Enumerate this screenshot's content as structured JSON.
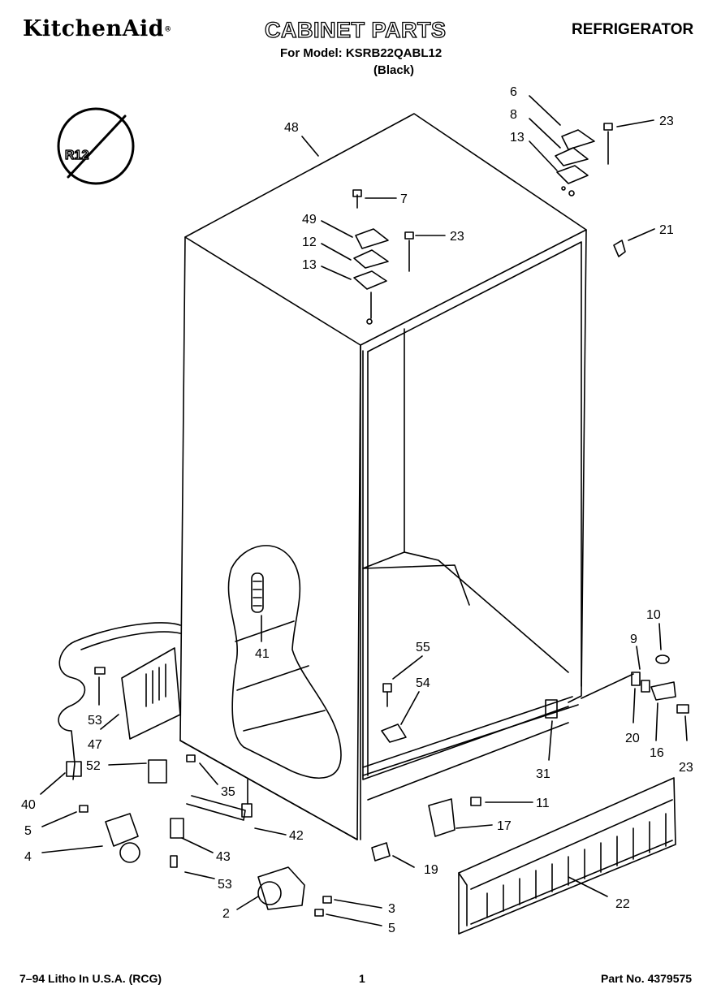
{
  "header": {
    "brand": "KitchenAid",
    "brand_mark": "®",
    "title": "CABINET PARTS",
    "appliance": "REFRIGERATOR",
    "model_line": "For Model: KSRB22QABL12",
    "color_line": "(Black)"
  },
  "badge": {
    "text": "R12",
    "icon": "no-r12-prohibited-icon"
  },
  "callouts": [
    {
      "id": "c48",
      "text": "48"
    },
    {
      "id": "c6",
      "text": "6"
    },
    {
      "id": "c8",
      "text": "8"
    },
    {
      "id": "c13a",
      "text": "13"
    },
    {
      "id": "c23a",
      "text": "23"
    },
    {
      "id": "c7",
      "text": "7"
    },
    {
      "id": "c49",
      "text": "49"
    },
    {
      "id": "c12",
      "text": "12"
    },
    {
      "id": "c13b",
      "text": "13"
    },
    {
      "id": "c23b",
      "text": "23"
    },
    {
      "id": "c21",
      "text": "21"
    },
    {
      "id": "c41",
      "text": "41"
    },
    {
      "id": "c10",
      "text": "10"
    },
    {
      "id": "c9",
      "text": "9"
    },
    {
      "id": "c55",
      "text": "55"
    },
    {
      "id": "c54",
      "text": "54"
    },
    {
      "id": "c53a",
      "text": "53"
    },
    {
      "id": "c47",
      "text": "47"
    },
    {
      "id": "c52",
      "text": "52"
    },
    {
      "id": "c35",
      "text": "35"
    },
    {
      "id": "c40",
      "text": "40"
    },
    {
      "id": "c5a",
      "text": "5"
    },
    {
      "id": "c4",
      "text": "4"
    },
    {
      "id": "c42",
      "text": "42"
    },
    {
      "id": "c43",
      "text": "43"
    },
    {
      "id": "c53b",
      "text": "53"
    },
    {
      "id": "c31",
      "text": "31"
    },
    {
      "id": "c20",
      "text": "20"
    },
    {
      "id": "c16",
      "text": "16"
    },
    {
      "id": "c23c",
      "text": "23"
    },
    {
      "id": "c11",
      "text": "11"
    },
    {
      "id": "c17",
      "text": "17"
    },
    {
      "id": "c19",
      "text": "19"
    },
    {
      "id": "c22",
      "text": "22"
    },
    {
      "id": "c2",
      "text": "2"
    },
    {
      "id": "c3",
      "text": "3"
    },
    {
      "id": "c5b",
      "text": "5"
    }
  ],
  "footer": {
    "left": "7–94 Litho In U.S.A. (RCG)",
    "page": "1",
    "part_number": "Part No. 4379575"
  }
}
